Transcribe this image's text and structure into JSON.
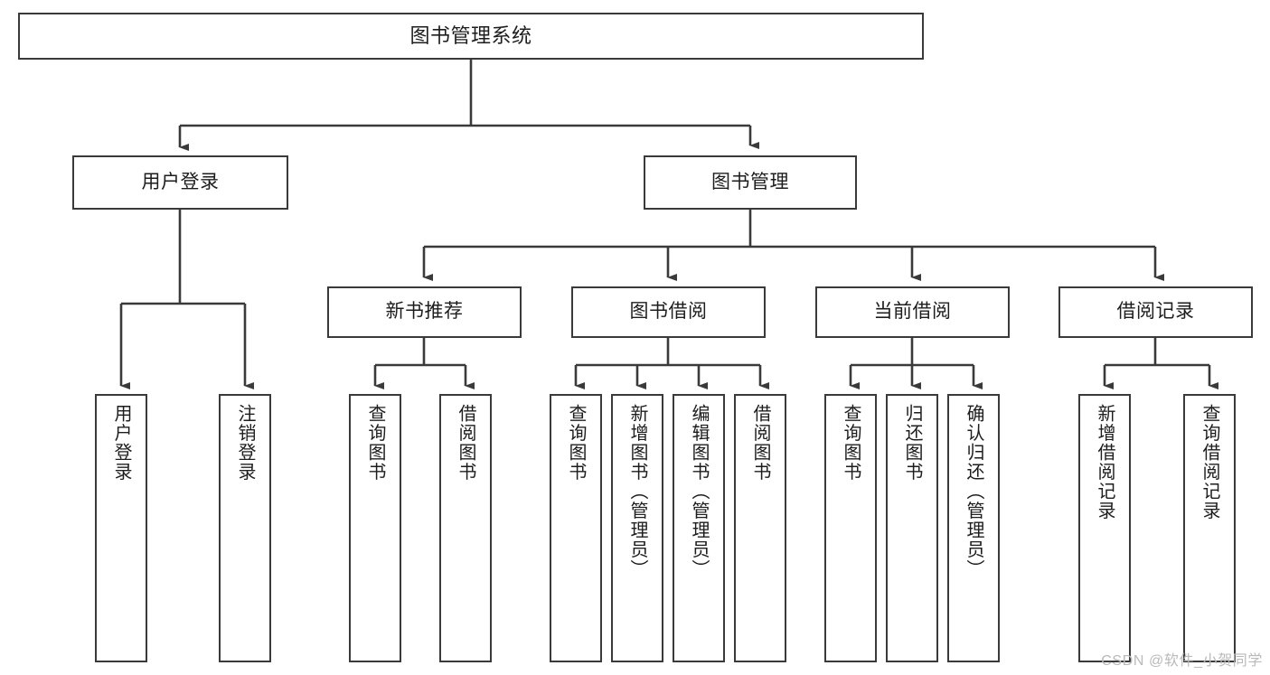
{
  "diagram": {
    "title": "图书管理系统",
    "type": "tree-hierarchy",
    "watermark": "CSDN @软件_小贺同学",
    "colors": {
      "stroke": "#3a3a3a",
      "fill": "#ffffff",
      "text": "#1d1d1d",
      "watermark": "#b9b9b9"
    },
    "levels": {
      "root": {
        "label": "图书管理系统"
      },
      "level1": [
        {
          "label": "用户登录"
        },
        {
          "label": "图书管理"
        }
      ],
      "level2": [
        {
          "label": "新书推荐"
        },
        {
          "label": "图书借阅"
        },
        {
          "label": "当前借阅"
        },
        {
          "label": "借阅记录"
        }
      ],
      "leaves": [
        {
          "label": "用户登录",
          "parent": "用户登录"
        },
        {
          "label": "注销登录",
          "parent": "用户登录"
        },
        {
          "label": "查询图书",
          "parent": "新书推荐"
        },
        {
          "label": "借阅图书",
          "parent": "新书推荐"
        },
        {
          "label": "查询图书",
          "parent": "图书借阅"
        },
        {
          "label": "新增图书（管理员）",
          "parent": "图书借阅"
        },
        {
          "label": "编辑图书（管理员）",
          "parent": "图书借阅"
        },
        {
          "label": "借阅图书",
          "parent": "图书借阅"
        },
        {
          "label": "查询图书",
          "parent": "当前借阅"
        },
        {
          "label": "归还图书",
          "parent": "当前借阅"
        },
        {
          "label": "确认归还（管理员）",
          "parent": "当前借阅"
        },
        {
          "label": "新增借阅记录",
          "parent": "借阅记录"
        },
        {
          "label": "查询借阅记录",
          "parent": "借阅记录"
        }
      ]
    }
  }
}
